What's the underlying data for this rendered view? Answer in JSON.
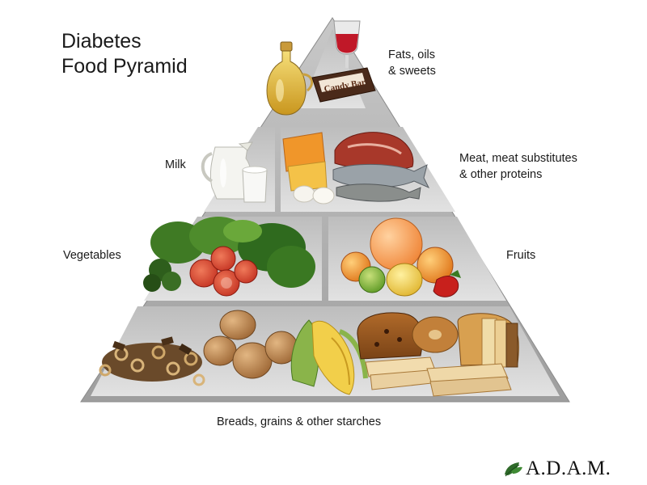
{
  "title": {
    "line1": "Diabetes",
    "line2": "Food Pyramid"
  },
  "labels": {
    "fats": {
      "line1": "Fats, oils",
      "line2": "& sweets"
    },
    "milk": "Milk",
    "meat": {
      "line1": "Meat, meat substitutes",
      "line2": "& other proteins"
    },
    "vegetables": "Vegetables",
    "fruits": "Fruits",
    "starches": "Breads, grains & other starches"
  },
  "food_items": {
    "candy_bar_wrapper": "Candy Bar"
  },
  "logo": {
    "text": "A.D.A.M."
  },
  "colors": {
    "pyramid_frame": "#b3b3b3",
    "shelf": "#d0d0d0",
    "text": "#1a1a1a"
  }
}
